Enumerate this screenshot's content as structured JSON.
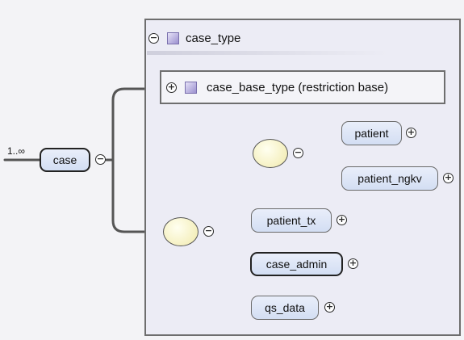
{
  "diagram": {
    "root": {
      "label": "case",
      "multiplicity": "1..∞"
    },
    "complex_type": {
      "label": "case_type",
      "toggle": "−"
    },
    "base_type": {
      "label": "case_base_type (restriction base)",
      "toggle": "+"
    },
    "compositors": [
      {
        "name": "sequence",
        "icon": "sequence-icon",
        "toggle": "−"
      },
      {
        "name": "choice",
        "icon": "choice-icon",
        "toggle": "−"
      }
    ],
    "elements": [
      {
        "label": "patient",
        "toggle": "+"
      },
      {
        "label": "patient_ngkv",
        "toggle": "+"
      },
      {
        "label": "patient_tx",
        "toggle": "+"
      },
      {
        "label": "case_admin",
        "toggle": "+"
      },
      {
        "label": "qs_data",
        "toggle": "+"
      }
    ],
    "colors": {
      "element_fill": "#dce5f6",
      "container_fill": "#ececf5",
      "compositor_fill": "#f5f0c0",
      "connector": "#555555"
    }
  }
}
